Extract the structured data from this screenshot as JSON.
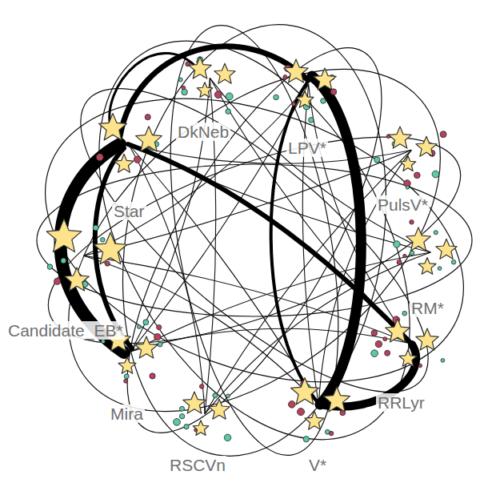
{
  "diagram": {
    "labels": [
      "DkNeb",
      "LPV*",
      "PulsV*",
      "Star",
      "RM*",
      "Candidate_EB*",
      "RRLyr",
      "Mira",
      "RSCVn",
      "V*"
    ]
  }
}
